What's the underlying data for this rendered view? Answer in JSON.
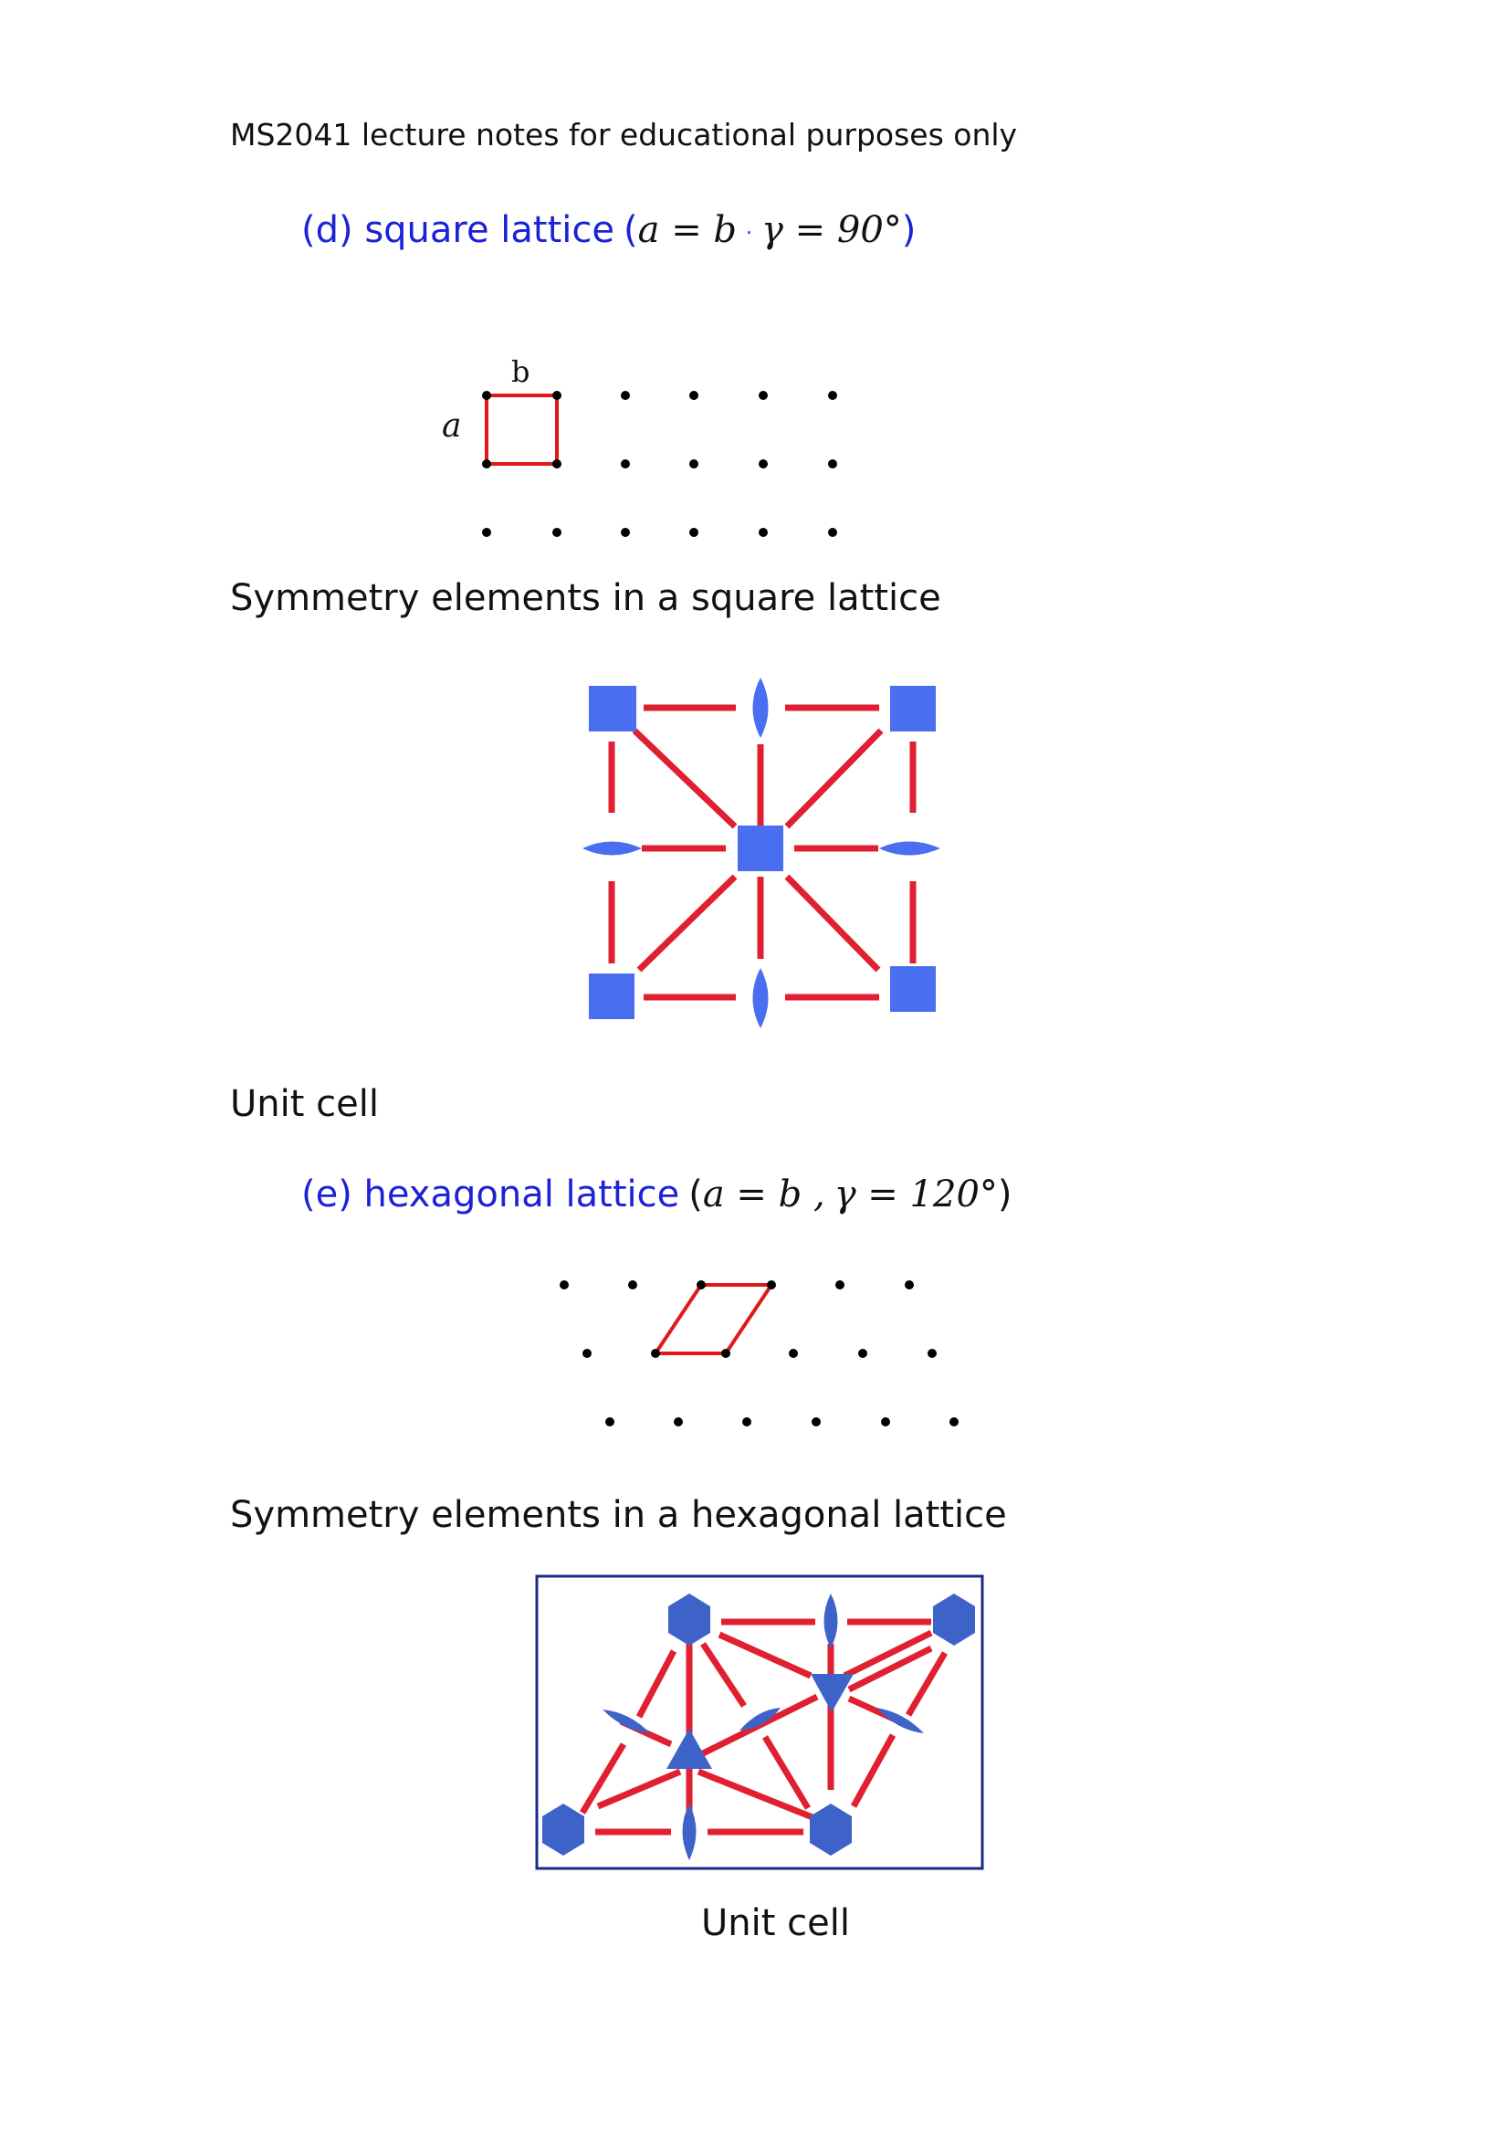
{
  "header": {
    "note": "MS2041 lecture notes for educational purposes only"
  },
  "square": {
    "heading_label": "(d) square lattice",
    "heading_open": "(",
    "heading_formula": "a = b",
    "heading_sep": "·",
    "heading_formula2": "γ = 90°",
    "heading_close": ")",
    "label_b": "b",
    "label_a": "a",
    "symmetry_title": "Symmetry elements in a square lattice",
    "unit_cell_label": "Unit cell"
  },
  "hexagonal": {
    "heading_label": "(e) hexagonal lattice",
    "heading_open": "(",
    "heading_formula": "a = b ,",
    "heading_formula2": "γ = 120°",
    "heading_close": ")",
    "symmetry_title": "Symmetry elements in a hexagonal lattice",
    "unit_cell_label": "Unit cell"
  },
  "colors": {
    "heading": "#1c22d6",
    "cell_outline": "#e01818",
    "mirror_line": "#e02030",
    "square_symbol": "#4a6ef0",
    "hex_symbol": "#3e63c8",
    "frame": "#1a2a8a",
    "lattice_point": "#000000"
  },
  "icons": {
    "fourfold": "blue-square-icon",
    "twofold": "blue-lens-icon",
    "sixfold": "blue-hexagon-icon",
    "threefold": "blue-triangle-icon"
  }
}
